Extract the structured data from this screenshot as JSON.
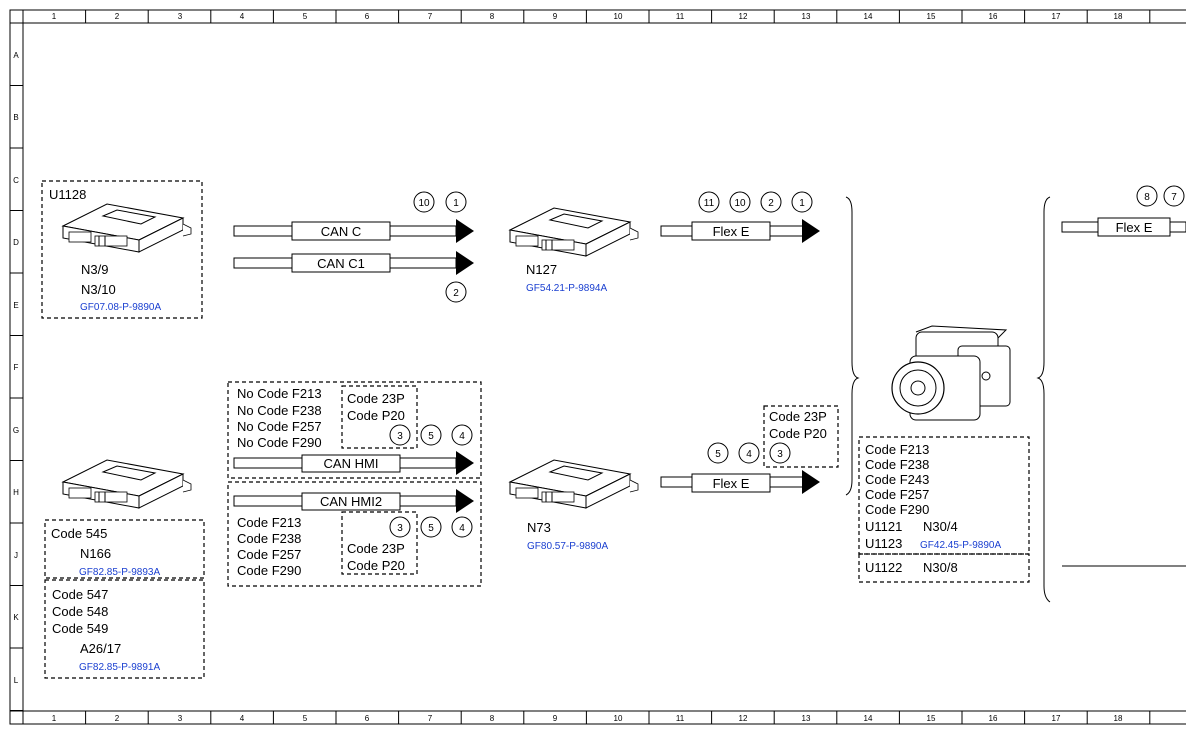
{
  "grid": {
    "columns": [
      "1",
      "2",
      "3",
      "4",
      "5",
      "6",
      "7",
      "8",
      "9",
      "10",
      "11",
      "12",
      "13",
      "14",
      "15",
      "16",
      "17",
      "18"
    ],
    "rows": [
      "A",
      "B",
      "C",
      "D",
      "E",
      "F",
      "G",
      "H",
      "J",
      "K",
      "L"
    ]
  },
  "ecu_u1128": {
    "title": "U1128",
    "n1": "N3/9",
    "n2": "N3/10",
    "ref": "GF07.08-P-9890A"
  },
  "bus_can_c": {
    "label": "CAN C",
    "n1": "10",
    "n2": "1"
  },
  "bus_can_c1": {
    "label": "CAN C1",
    "n1": "2"
  },
  "ecu_n127": {
    "name": "N127",
    "ref": "GF54.21-P-9894A"
  },
  "bus_flex_top": {
    "label": "Flex E",
    "n1": "11",
    "n2": "10",
    "n3": "2",
    "n4": "1"
  },
  "bus_flex_right": {
    "label": "Flex E",
    "n1": "8",
    "n2": "7"
  },
  "hmi_top": {
    "codes": [
      "No Code F213",
      "No Code F238",
      "No Code F257",
      "No Code F290"
    ],
    "inner": [
      "Code 23P",
      "Code P20"
    ],
    "n1": "3",
    "n2": "5",
    "n3": "4",
    "bus_label": "CAN HMI"
  },
  "hmi_bottom": {
    "bus_label": "CAN HMI2",
    "codes": [
      "Code F213",
      "Code F238",
      "Code F257",
      "Code F290"
    ],
    "inner": [
      "Code 23P",
      "Code P20"
    ],
    "n1": "3",
    "n2": "5",
    "n3": "4"
  },
  "ecu_n73": {
    "name": "N73",
    "ref": "GF80.57-P-9890A"
  },
  "flex_mid": {
    "codes": [
      "Code 23P",
      "Code P20"
    ],
    "n1": "5",
    "n2": "4",
    "n3": "3",
    "label": "Flex E"
  },
  "ecu_n166": {
    "code": "Code 545",
    "name": "N166",
    "ref": "GF82.85-P-9893A"
  },
  "ecu_a26": {
    "codes": [
      "Code 547",
      "Code 548",
      "Code 549"
    ],
    "name": "A26/17",
    "ref": "GF82.85-P-9891A"
  },
  "esp_unit": {
    "codes": [
      "Code F213",
      "Code F238",
      "Code F243",
      "Code F257",
      "Code F290"
    ],
    "u1121": "U1121",
    "n30_4": "N30/4",
    "u1123": "U1123",
    "ref": "GF42.45-P-9890A",
    "u1122": "U1122",
    "n30_8": "N30/8"
  }
}
